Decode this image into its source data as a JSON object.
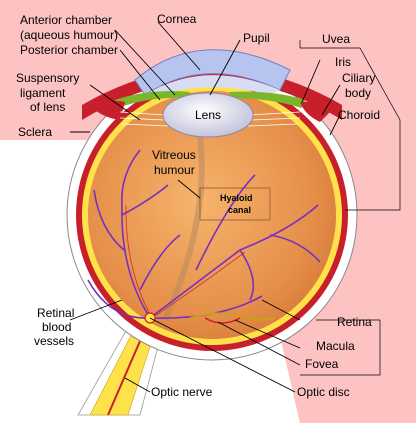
{
  "diagram": {
    "labels": {
      "anterior_chamber": "Anterior chamber",
      "aqueous_humour": "(aqueous humour)",
      "posterior_chamber": "Posterior chamber",
      "cornea": "Cornea",
      "pupil": "Pupil",
      "uvea": "Uvea",
      "iris": "Iris",
      "ciliary_body_1": "Ciliary",
      "ciliary_body_2": "body",
      "choroid": "Choroid",
      "suspensory_1": "Suspensory",
      "suspensory_2": "ligament",
      "suspensory_3": "of lens",
      "lens": "Lens",
      "sclera": "Sclera",
      "vitreous_1": "Vitreous",
      "vitreous_2": "humour",
      "hyaloid_1": "Hyaloid",
      "hyaloid_2": "canal",
      "retinal_vessels_1": "Retinal",
      "retinal_vessels_2": "blood",
      "retinal_vessels_3": "vessels",
      "retina": "Retina",
      "macula": "Macula",
      "fovea": "Fovea",
      "optic_nerve": "Optic nerve",
      "optic_disc": "Optic disc"
    },
    "colors": {
      "background_pink": "#fdc3c3",
      "sclera": "#ffffff",
      "choroid_red": "#c8202a",
      "retina_yellow": "#ffe14a",
      "vitreous_orange": "#e8924a",
      "vessel": "#7a2fbf",
      "iris_green": "#7ab62c",
      "cornea_blue": "#b8c4f0",
      "lens_white": "#e9e9f4"
    }
  }
}
